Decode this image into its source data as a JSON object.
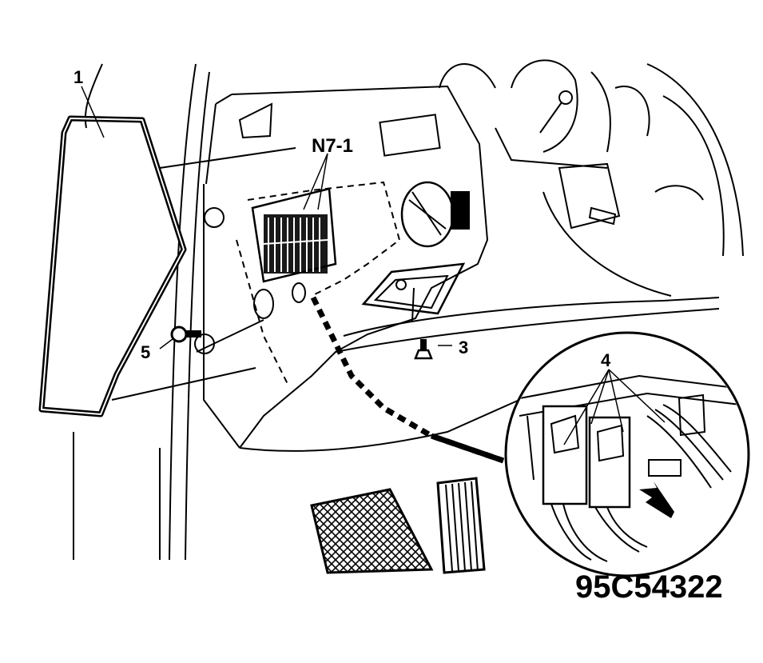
{
  "callouts": {
    "c1": "1",
    "n71": "N7-1",
    "c3": "3",
    "c4": "4",
    "c5": "5"
  },
  "figure_code": "95C54322",
  "colors": {
    "ink": "#000000",
    "paper": "#ffffff"
  }
}
